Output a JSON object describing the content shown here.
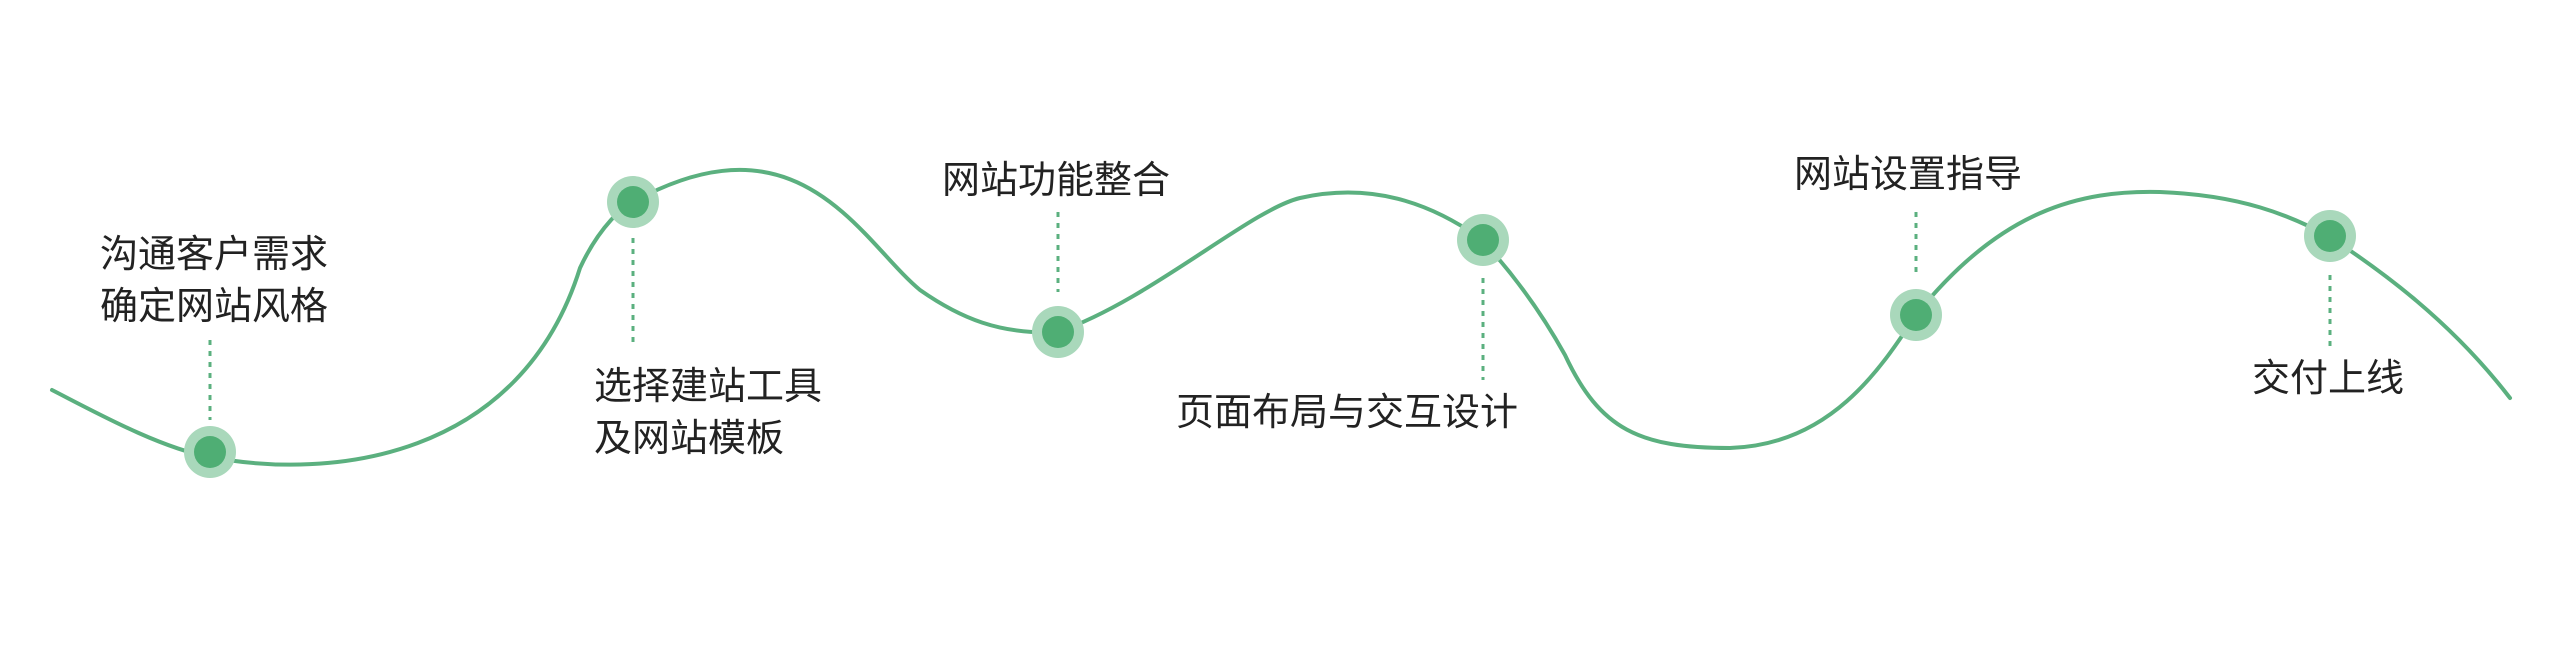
{
  "colors": {
    "curve": "#5bb07f",
    "node_core": "#4fae74",
    "node_halo": "#a9d8bb",
    "connector": "#5bb07f",
    "text": "#222222"
  },
  "steps": [
    {
      "lines": [
        "沟通客户需求",
        "确定网站风格"
      ]
    },
    {
      "lines": [
        "选择建站工具",
        "及网站模板"
      ]
    },
    {
      "lines": [
        "网站功能整合"
      ]
    },
    {
      "lines": [
        "页面布局与交互设计"
      ]
    },
    {
      "lines": [
        "网站设置指导"
      ]
    },
    {
      "lines": [
        "交付上线"
      ]
    }
  ]
}
